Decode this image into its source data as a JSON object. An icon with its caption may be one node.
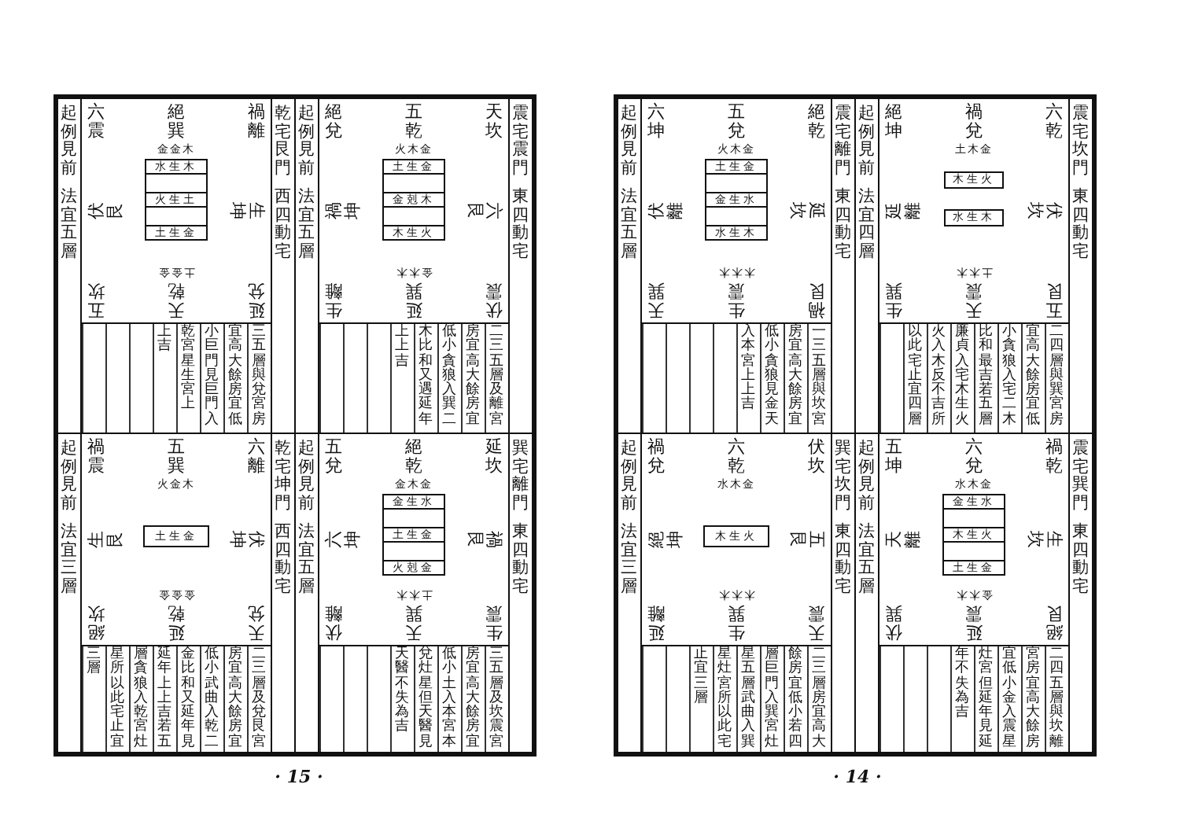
{
  "diagram": {
    "nodes": [
      {
        "text": [
          "震宅坎門",
          "東四動宅"
        ]
      },
      {
        "text": [
          "絕坤",
          "禍兌",
          "土木金",
          "六乾",
          "延離",
          "伏坎",
          "生巽",
          "土木木",
          "天震",
          "五艮"
        ]
      },
      {
        "text": [
          "木生火"
        ],
        "in": 1
      },
      {
        "text": [
          "水生木"
        ],
        "in": 1
      },
      {
        "text": [
          "二四層與巽宮房宜高大餘房宜低小貪狼入宅二木比和最吉若五層廉貞入宅木生火火入木反不吉所以此宅止宜四層"
        ]
      },
      {
        "text": [
          "起例見前",
          "法宜四層"
        ]
      },
      {
        "text": [
          "震宅離門",
          "東四動宅"
        ]
      },
      {
        "text": [
          "六坤",
          "五兌",
          "火木金",
          "絕乾",
          "伏離",
          "延坎",
          "天巽",
          "木木木",
          "生震",
          "禍艮"
        ]
      },
      {
        "text": [
          "土生金"
        ],
        "in": 7
      },
      {
        "text": [],
        "shape": "box",
        "in": 7
      },
      {
        "text": [
          "金生水"
        ],
        "in": 7
      },
      {
        "text": [],
        "shape": "box",
        "in": 7
      },
      {
        "text": [
          "水生木"
        ],
        "in": 7
      },
      {
        "text": [
          "一三五層與坎宮房宜高大餘房宜低小貪狼見金天入本宮上上吉"
        ]
      },
      {
        "text": [
          "起例見前",
          "法宜五層"
        ]
      },
      {
        "text": [
          "震宅巽門",
          "東四動宅"
        ]
      },
      {
        "text": [
          "五坤",
          "六兌",
          "水木金",
          "禍乾",
          "天離",
          "生坎",
          "伏巽",
          "金木木",
          "延震",
          "絕艮"
        ]
      },
      {
        "text": [
          "金生水"
        ],
        "in": 16
      },
      {
        "text": [],
        "shape": "box",
        "in": 16
      },
      {
        "text": [
          "木生火"
        ],
        "in": 16
      },
      {
        "text": [],
        "shape": "box",
        "in": 16
      },
      {
        "text": [
          "土生金"
        ],
        "in": 16
      },
      {
        "text": [
          "二四五層與坎離宮房宜高大餘房宜低小金入震星灶宮但延年見延年不失為吉"
        ]
      },
      {
        "text": [
          "起例見前",
          "法宜五層"
        ]
      },
      {
        "text": [
          "巽宅坎門",
          "東四動宅"
        ]
      },
      {
        "text": [
          "禍兌",
          "六乾",
          "水木金",
          "伏坎",
          "絕坤",
          "五艮",
          "延離",
          "木木木",
          "生巽",
          "天震"
        ]
      },
      {
        "text": [
          "木生火"
        ],
        "in": 25
      },
      {
        "text": [
          "二三層房宜高大餘房宜低小若四層巨門入巽宮灶星五層武曲入巽星灶宮所以此宅止宜三層"
        ]
      },
      {
        "text": [
          "起例見前",
          "法宜三層"
        ]
      },
      {
        "text": [
          "震宅震門",
          "東四動宅"
        ]
      },
      {
        "text": [
          "絕兌",
          "五乾",
          "火木金",
          "天坎",
          "禍坤",
          "六艮",
          "生離",
          "金木木",
          "延巽",
          "伏震"
        ]
      },
      {
        "text": [
          "土生金"
        ],
        "in": 30
      },
      {
        "text": [],
        "shape": "box",
        "in": 30
      },
      {
        "text": [
          "金剋木"
        ],
        "in": 30
      },
      {
        "text": [],
        "shape": "box",
        "in": 30
      },
      {
        "text": [
          "木生火"
        ],
        "in": 30
      },
      {
        "text": [
          "二三五層及離宮房宜高大餘房宜低小貪狼入巽二木比和又遇延年上上吉"
        ]
      },
      {
        "text": [
          "起例見前",
          "法宜五層"
        ]
      },
      {
        "text": [
          "乾宅艮門",
          "西四動宅"
        ]
      },
      {
        "text": [
          "六震",
          "絕巽",
          "金金木",
          "禍離",
          "伏艮",
          "生坤",
          "五坎",
          "土金金",
          "天乾",
          "延兌"
        ]
      },
      {
        "text": [
          "水生木"
        ],
        "in": 39
      },
      {
        "text": [],
        "shape": "box",
        "in": 39
      },
      {
        "text": [
          "火生土"
        ],
        "in": 39
      },
      {
        "text": [],
        "shape": "box",
        "in": 39
      },
      {
        "text": [
          "土生金"
        ],
        "in": 39
      },
      {
        "text": [
          "三五層與兌宮房宜高大餘房宜低小巨門見巨門入乾宮星生宮上上吉"
        ]
      },
      {
        "text": [
          "起例見前",
          "法宜五層"
        ]
      },
      {
        "text": [
          "巽宅離門",
          "東四動宅"
        ]
      },
      {
        "text": [
          "五兌",
          "絕乾",
          "金木金",
          "延坎",
          "六坤",
          "禍艮",
          "伏離",
          "土木木",
          "天巽",
          "生震"
        ]
      },
      {
        "text": [
          "金生水"
        ],
        "in": 48
      },
      {
        "text": [],
        "shape": "box",
        "in": 48
      },
      {
        "text": [
          "土生金"
        ],
        "in": 48
      },
      {
        "text": [],
        "shape": "box",
        "in": 48
      },
      {
        "text": [
          "火剋金"
        ],
        "in": 48
      },
      {
        "text": [
          "三五層及坎震宮房宜高大餘房宜低小土入本宮本兌灶星但天醫見天醫不失為吉"
        ]
      },
      {
        "text": [
          "起例見前",
          "法宜五層"
        ]
      },
      {
        "text": [
          "乾宅坤門",
          "西四動宅"
        ]
      },
      {
        "text": [
          "禍震",
          "五巽",
          "火金木",
          "六離",
          "生艮",
          "伏坤",
          "絕坎",
          "金金金",
          "延乾",
          "天兌"
        ]
      },
      {
        "text": [
          "土生金"
        ],
        "in": 57
      },
      {
        "text": [
          "二三層及兌艮宮房宜高大餘房宜低小武曲入乾二金比和又延年見延年上上吉若五層貪狼入乾宮灶星所以此宅止宜三層"
        ]
      },
      {
        "text": [
          "起例見前",
          "法宜三層"
        ]
      }
    ],
    "labels": [
      "· 14 ·",
      "· 15 ·"
    ]
  }
}
